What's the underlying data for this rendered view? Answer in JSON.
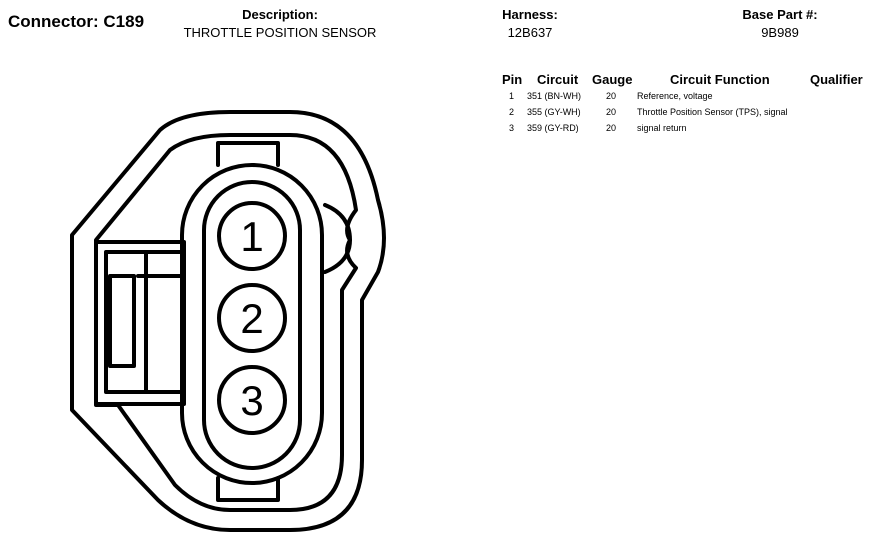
{
  "header": {
    "connector_label": "Connector: C189",
    "description_label": "Description:",
    "description_value": "THROTTLE POSITION SENSOR",
    "harness_label": "Harness:",
    "harness_value": "12B637",
    "base_part_label": "Base Part #:",
    "base_part_value": "9B989"
  },
  "table": {
    "columns": [
      "Pin",
      "Circuit",
      "Gauge",
      "Circuit Function",
      "Qualifier"
    ],
    "rows": [
      {
        "pin": "1",
        "circuit": "351 (BN-WH)",
        "gauge": "20",
        "function": "Reference, voltage",
        "qualifier": ""
      },
      {
        "pin": "2",
        "circuit": "355 (GY-WH)",
        "gauge": "20",
        "function": "Throttle Position Sensor (TPS), signal",
        "qualifier": ""
      },
      {
        "pin": "3",
        "circuit": "359 (GY-RD)",
        "gauge": "20",
        "function": "signal return",
        "qualifier": ""
      }
    ]
  },
  "connector": {
    "pins": [
      "1",
      "2",
      "3"
    ]
  }
}
